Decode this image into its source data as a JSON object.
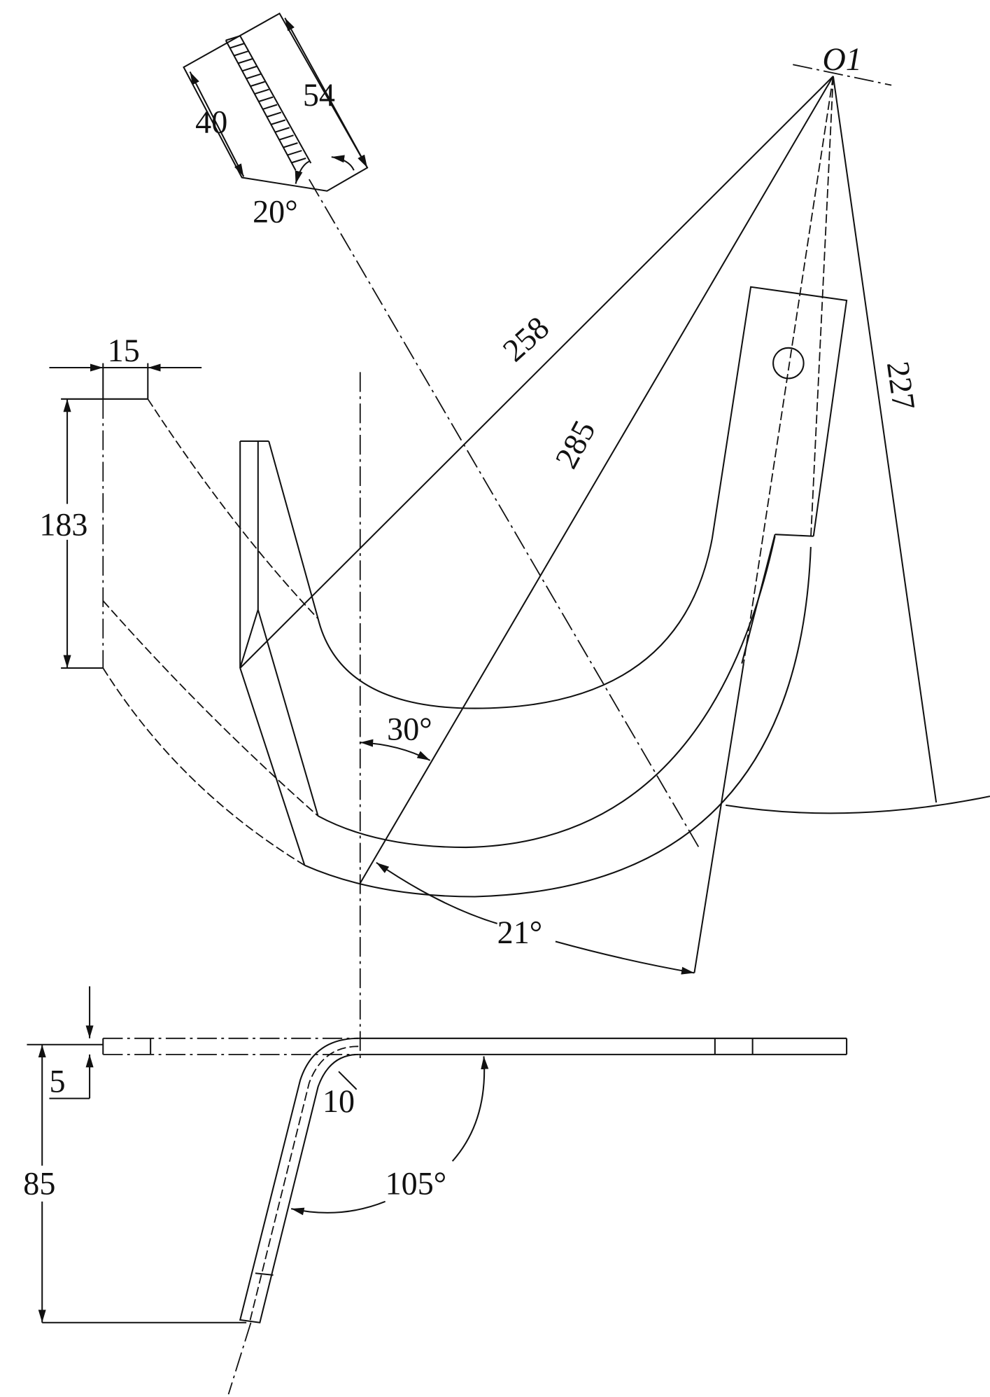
{
  "drawing": {
    "center_label": "O1",
    "dimensions": {
      "blade_width": "40",
      "blade_length": "54",
      "edge_angle": "20°",
      "top_width": "15",
      "side_height": "183",
      "radius_258": "258",
      "radius_285": "285",
      "radius_227": "227",
      "angle_30": "30°",
      "angle_21": "21°",
      "thickness": "5",
      "bend_radius": "10",
      "depth": "85",
      "bend_angle": "105°"
    }
  },
  "colors": {
    "line": "#111111",
    "background": "#ffffff"
  }
}
